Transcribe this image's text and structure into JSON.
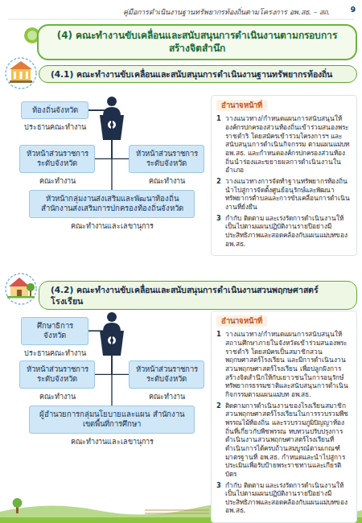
{
  "diagram": {
    "title": "(4) คณะทำงานขับเคลื่อนและสนับสนุนการดำเนินงานตามกรอบการสร้างจิตสำนึก",
    "nodes": [
      {
        "text": [
          "(4.1) คณะทำงานขับเคลื่อนและสนับสนุนการดำเนินงานฐานทรัพยากรท้องถิ่น"
        ]
      },
      {
        "text": [
          "ท้องถิ่นจังหวัด",
          "ประธานคณะทำงาน"
        ]
      },
      {
        "text": [
          "หัวหน้าส่วนราชการ ระดับจังหวัด",
          "คณะทำงาน"
        ]
      },
      {
        "text": [
          "หัวหน้าส่วนราชการ ระดับจังหวัด",
          "คณะทำงาน"
        ]
      },
      {
        "text": [
          "หัวหน้ากลุ่มงานส่งเสริมและพัฒนาท้องถิ่น สำนักงานส่งเสริมการปกครองท้องถิ่นจังหวัด",
          "คณะทำงานและเลขานุการ"
        ]
      },
      {
        "text": [
          "อำนาจหน้าที่",
          "1",
          "วางแนวทาง/กำหนดแผนการสนับสนุนให้องค์กรปกครองส่วนท้องถิ่นเข้าร่วมสนองพระราชดำริ โดยสมัครเข้าร่วมโครงการฯ และสนับสนุนการดำเนินกิจกรรม ตามแผนแม่บท อพ.สธ. และกำหนดองค์กรปกครองส่วนท้องถิ่นนำร่องและขยายผลการดำเนินงานในอำเภอ",
          "2",
          "วางแนวทางการจัดทำฐานทรัพยากรท้องถิ่น นำไปสู่การจัดตั้งศูนย์อนุรักษ์และพัฒนาทรัพยากรตำบลและการขับเคลื่อนการดำเนินงานที่ยั่งยืน",
          "3",
          "กำกับ ติดตาม และเร่งรัดการดำเนินงานให้เป็นไปตามแผนปฏิบัติงานรายปีอย่างมีประสิทธิภาพและสอดคล้องกับแผนแม่บทของ อพ.สธ."
        ]
      },
      {
        "text": [
          "(4.2) คณะทำงานขับเคลื่อนและสนับสนุนการดำเนินงานสวนพฤกษศาสตร์โรงเรียน"
        ]
      },
      {
        "text": [
          "ศึกษาธิการจังหวัด",
          "ประธานคณะทำงาน"
        ]
      },
      {
        "text": [
          "หัวหน้าส่วนราชการ ระดับจังหวัด",
          "คณะทำงาน"
        ]
      },
      {
        "text": [
          "หัวหน้าส่วนราชการ ระดับจังหวัด",
          "คณะทำงาน"
        ]
      },
      {
        "text": [
          "ผู้อำนวยการกลุ่มนโยบายและแผน สำนักงานเขตพื้นที่การศึกษา",
          "คณะทำงานและเลขานุการ"
        ]
      },
      {
        "text": [
          "อำนาจหน้าที่",
          "1",
          "วางแนวทาง/กำหนดแผนการสนับสนุนให้สถานศึกษาภายในจังหวัดเข้าร่วมสนองพระราชดำริ โดยสมัครเป็นสมาชิกสวนพฤกษศาสตร์โรงเรียน และมีการดำเนินงานสวนพฤกษศาสตร์โรงเรียน เพื่อปลูกฝังการสร้างจิตสำนึกให้กับเยาวชนในการอนุรักษ์ทรัพยากรธรรมชาติและสนับสนุนการดำเนินกิจกรรมตามแผนแม่บท อพ.สธ.",
          "2",
          "ติดตามการดำเนินงานของโรงเรียนสมาชิกสวนพฤกษศาสตร์โรงเรียนในการรวบรวมพืชพรรณไม้ท้องถิ่น และรวบรวมภูมิปัญญาท้องถิ่นที่เกี่ยวกับพืชพรรณ ทบทวนปรับปรุงการดำเนินงานสวนพฤกษศาสตร์โรงเรียนที่ดำเนินการได้ครบถ้วนสมบูรณ์ตามเกณฑ์มาตรฐานที่ อพ.สธ. กำหนดและนำไปสู่การประเมินเพื่อรับป้ายพระราชทานและเกียรติบัตร",
          "3",
          "กำกับ ติดตาม และเร่งรัดการดำเนินงานให้เป็นไปตามแผนปฏิบัติงานรายปีอย่างมีประสิทธิภาพและสอดคล้องกับแผนแม่บทของ อพ.สธ."
        ]
      }
    ],
    "edges": [
      {
        "from": 1,
        "to": 2,
        "arrow": "none"
      },
      {
        "from": 1,
        "to": 3,
        "arrow": "none"
      },
      {
        "from": 1,
        "to": 4,
        "arrow": "none"
      },
      {
        "from": 7,
        "to": 8,
        "arrow": "none"
      },
      {
        "from": 7,
        "to": 9,
        "arrow": "none"
      },
      {
        "from": 7,
        "to": 10,
        "arrow": "none"
      }
    ],
    "labels": [
      "คู่มือการดำเนินงานฐานทรัพยากรท้องถิ่นตามโครงการ อพ.สธ. – สถ.",
      "9"
    ]
  }
}
